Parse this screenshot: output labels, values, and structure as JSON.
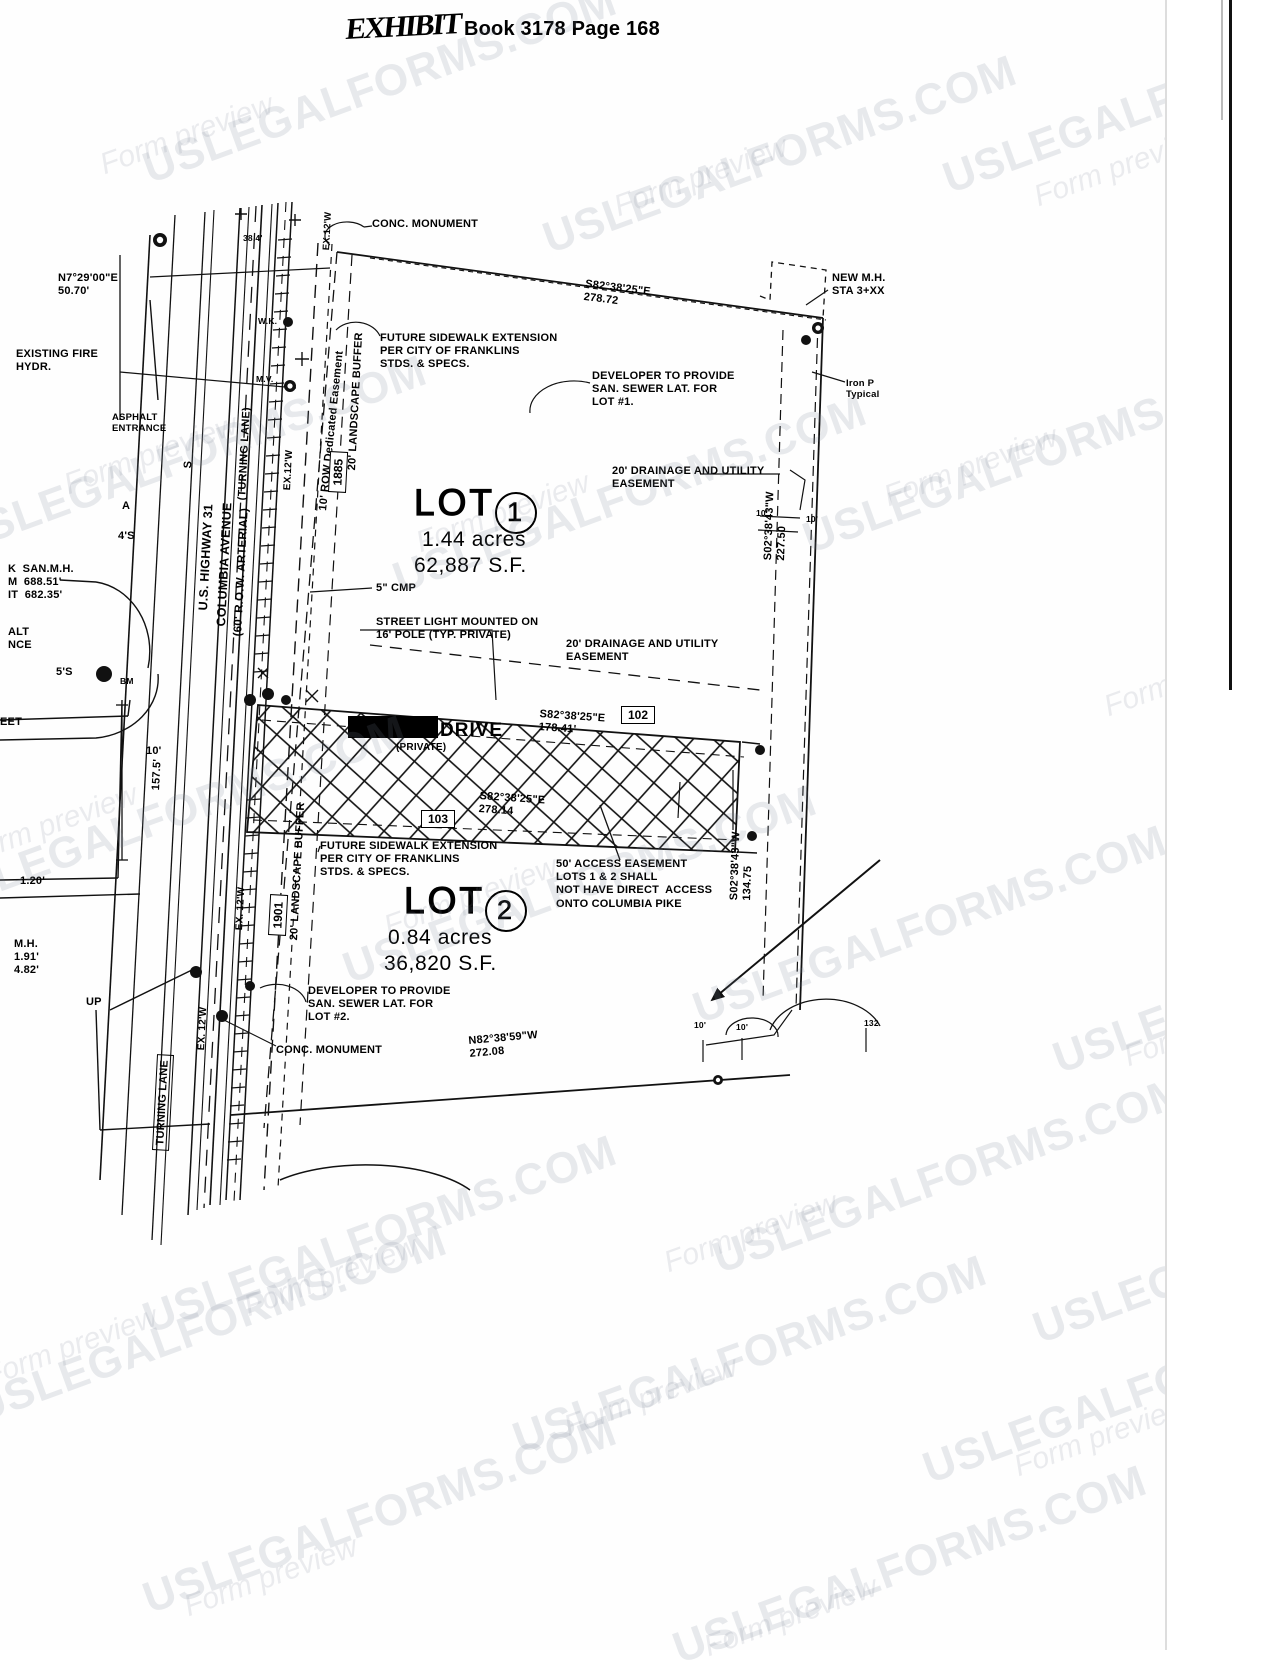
{
  "header": {
    "exhibit_stamp": "EXHIBIT",
    "book_page": "Book 3178  Page 168"
  },
  "watermark": {
    "brand": "USLEGALFORMS.COM",
    "sub": "Form preview"
  },
  "lots": [
    {
      "name": "LOT",
      "number": "1",
      "acres": "1.44 acres",
      "sf": "62,887 S.F."
    },
    {
      "name": "LOT",
      "number": "2",
      "acres": "0.84 acres",
      "sf": "36,820 S.F."
    }
  ],
  "road": {
    "highway": "U.S. HIGHWAY 31",
    "avenue": "COLUMBIA AVENUE",
    "row": "(60' R.O.W. ARTERIAL)",
    "turning_lane_top": "(TURNING LANE)",
    "turning_lane_bottom": "TURNING LANE",
    "ex_width_top": "EX.12'W",
    "ex_width_mid": "EX. 12'W",
    "ex_width_bottom": "EX. 12'W",
    "dedicated_easement": "10' ROW Dedicated Easement",
    "private_drive": "DRIVE",
    "private_drive_note": "(PRIVATE)"
  },
  "annotations": {
    "conc_monument_top": "CONC. MONUMENT",
    "conc_monument_bottom": "CONC. MONUMENT",
    "sidewalk_top": "FUTURE SIDEWALK EXTENSION\nPER CITY OF FRANKLINS\nSTDS. & SPECS.",
    "sidewalk_bottom": "FUTURE SIDEWALK EXTENSION\nPER CITY OF FRANKLINS\nSTDS. & SPECS.",
    "sewer_lot1": "DEVELOPER TO PROVIDE\nSAN. SEWER LAT. FOR\nLOT #1.",
    "sewer_lot2": "DEVELOPER TO PROVIDE\nSAN. SEWER LAT. FOR\nLOT #2.",
    "drainage_util_1": "20' DRAINAGE AND UTILITY\nEASEMENT",
    "drainage_util_2": "20' DRAINAGE AND UTILITY\nEASEMENT",
    "access_easement": "50' ACCESS EASEMENT\nLOTS 1 & 2 SHALL\nNOT HAVE DIRECT  ACCESS\nONTO COLUMBIA PIKE",
    "street_light": "STREET LIGHT MOUNTED ON\n16' POLE (TYP. PRIVATE)",
    "cmp": "5\" CMP",
    "existing_fire_hydr": "EXISTING FIRE\nHYDR.",
    "asphalt_entrance": "ASPHALT\nENTRANCE",
    "landscape_buffer_top": "20' LANDSCAPE BUFFER",
    "landscape_buffer_bottom": "20' LANDSCAPE BUFFER",
    "new_mh": "NEW M.H.\nSTA 3+XX",
    "iron_pin": "Iron P\nTypical",
    "san_mh_left": "K  SAN.M.H.\nM  688.51'\nIT  682.35'",
    "alt_nce": "ALT\nNCE",
    "street_left": "EET",
    "elev_120": "1.20'",
    "mh_left": "M.H.\n1.91'\n4.82'",
    "up_label": "UP",
    "dim_157": "157.5'",
    "dim_10a": "10'",
    "dim_38": "38.4'",
    "wk_label": "W.K.",
    "mv_label": "M.V.",
    "s_label": "S",
    "plus4s": "4'S",
    "a_label": "A",
    "s5_label": "5'S",
    "bm_label": "BM",
    "dim_10b": "10'",
    "dim_10c": "10'",
    "dim_10d": "10'",
    "dim_10e": "10'",
    "dim_132": "132"
  },
  "bearings": {
    "north_tie": "N7°29'00\"E\n50.70'",
    "north_line": "S82°38'25\"E\n278.72",
    "east_line": "S02°38'43\"W\n227.50",
    "drive_north": "S82°38'25\"E\n178.41'",
    "drive_south": "S82°38'25\"E\n278.14",
    "south_line": "N82°38'59\"W\n272.08",
    "east_lower": "S02°38'43\"W\n134.75"
  },
  "boxes": {
    "b1885": "1885",
    "b1901": "1901",
    "b102": "102",
    "b103": "103"
  }
}
